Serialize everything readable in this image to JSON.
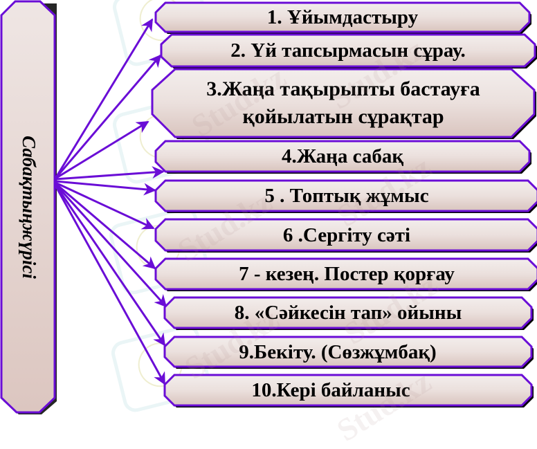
{
  "diagram": {
    "root": {
      "label": "Сабақтыңжүрісі",
      "orientation": "vertical"
    },
    "steps": [
      {
        "label": "1. Ұйымдастыру"
      },
      {
        "label": "2. Үй тапсырмасын сұрау."
      },
      {
        "label": "3.Жаңа тақырыпты бастауға қойылатын сұрақтар"
      },
      {
        "label": "4.Жаңа сабақ"
      },
      {
        "label": "5 . Топтық жұмыс"
      },
      {
        "label": "6 .Сергіту сәті"
      },
      {
        "label": "7 - кезең. Постер қорғау"
      },
      {
        "label": "8. «Сәйкесін тап» ойыны"
      },
      {
        "label": "9.Бекіту. (Сөзжұмбақ)"
      },
      {
        "label": "10.Кері байланыс"
      }
    ],
    "watermark": "Stud.kz",
    "colors": {
      "border": "#6a0dd6",
      "fill_top": "#f1ecea",
      "fill_bottom": "#dcc8c2",
      "arrow": "#6a0dd6",
      "text": "#000000"
    }
  }
}
